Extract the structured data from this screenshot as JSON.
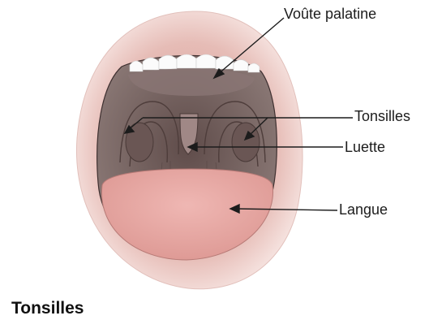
{
  "diagram": {
    "labels": {
      "palate": "Voûte palatine",
      "tonsils": "Tonsilles",
      "uvula": "Luette",
      "tongue": "Langue"
    },
    "caption": "Tonsilles"
  },
  "colors": {
    "lip": "#e3b7b0",
    "lip_edge": "#d19a93",
    "throat": "#7a6866",
    "teeth": "#fbfbfb",
    "tongue": "#e7a6a2",
    "line": "#1c1c1c"
  }
}
